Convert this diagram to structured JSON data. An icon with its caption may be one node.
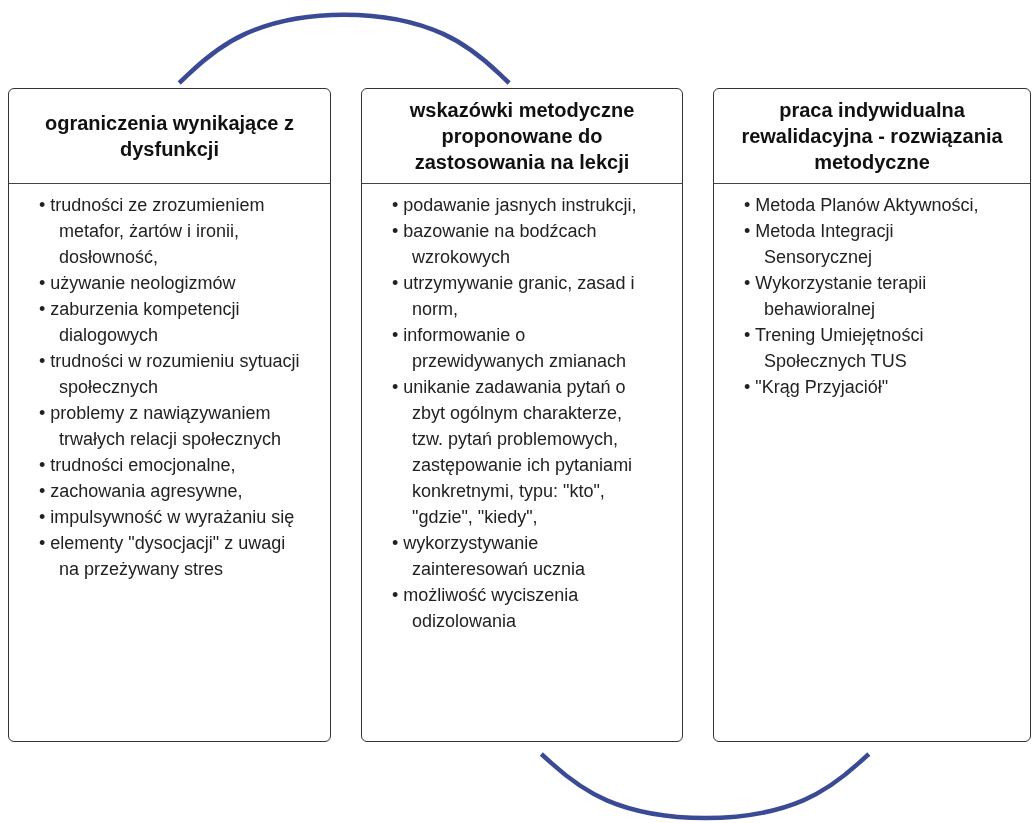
{
  "diagram": {
    "nodes": [
      {
        "text": [
          "ograniczenia wynikające z dysfunkcji",
          "• trudności ze zrozumieniem metafor, żartów i ironii, dosłowność,",
          "• używanie neologizmów",
          "• zaburzenia kompetencji dialogowych",
          "• trudności w rozumieniu sytuacji społecznych",
          "• problemy z nawiązywaniem trwałych relacji społecznych",
          "• trudności emocjonalne,",
          "• zachowania agresywne,",
          "• impulsywność w wyrażaniu się",
          "• elementy \"dysocjacji\" z uwagi na przeżywany stres"
        ]
      },
      {
        "text": [
          "wskazówki metodyczne proponowane do zastosowania na lekcji",
          "• podawanie jasnych instrukcji,",
          "• bazowanie na bodźcach wzrokowych",
          "• utrzymywanie granic, zasad i norm,",
          "• informowanie o przewidywanych zmianach",
          "• unikanie zadawania pytań o zbyt ogólnym charakterze, tzw. pytań problemowych, zastępowanie ich pytaniami konkretnymi, typu: \"kto\", \"gdzie\", \"kiedy\",",
          "• wykorzystywanie zainteresowań ucznia",
          "• możliwość wyciszenia odizolowania"
        ]
      },
      {
        "text": [
          "praca indywidualna rewalidacyjna - rozwiązania metodyczne",
          "• Metoda Planów Aktywności,",
          "• Metoda Integracji Sensorycznej",
          "• Wykorzystanie terapii behawioralnej",
          "• Trening Umiejętności Społecznych TUS",
          "• \"Krąg Przyjaciół\""
        ]
      }
    ],
    "edges": [
      {
        "from": 0,
        "to": 1,
        "arrow": "none",
        "color": "#3b4a94"
      },
      {
        "from": 1,
        "to": 2,
        "arrow": "none",
        "color": "#3b4a94"
      }
    ]
  }
}
